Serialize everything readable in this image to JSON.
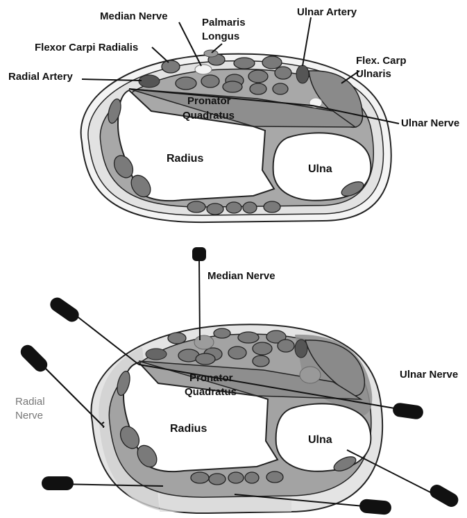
{
  "top_panel": {
    "labels": {
      "median_nerve": "Median Nerve",
      "palmaris_longus_1": "Palmaris",
      "palmaris_longus_2": "Longus",
      "ulnar_artery": "Ulnar Artery",
      "flexor_carpi_radialis": "Flexor Carpi Radialis",
      "flex_carp_ulnaris_1": "Flex. Carp",
      "flex_carp_ulnaris_2": "Ulnaris",
      "radial_artery": "Radial Artery",
      "pronator_quadratus_1": "Pronator",
      "pronator_quadratus_2": "Quadratus",
      "ulnar_nerve": "Ulnar Nerve",
      "radius": "Radius",
      "ulna": "Ulna"
    }
  },
  "bottom_panel": {
    "labels": {
      "median_nerve": "Median Nerve",
      "ulnar_nerve": "Ulnar Nerve",
      "radial_nerve_1": "Radial",
      "radial_nerve_2": "Nerve",
      "pronator_quadratus_1": "Pronator",
      "pronator_quadratus_2": "Quadratus",
      "radius": "Radius",
      "ulna": "Ulna"
    }
  },
  "colors": {
    "outline": "#222222",
    "skin_band": "#e6e6e6",
    "tissue": "#a9a9a9",
    "muscle": "#8a8a8a",
    "tendon": "#777777",
    "bone": "#ffffff",
    "nerve_dot": "#f2f2f2",
    "artery": "#555555",
    "electrode": "#111111"
  }
}
